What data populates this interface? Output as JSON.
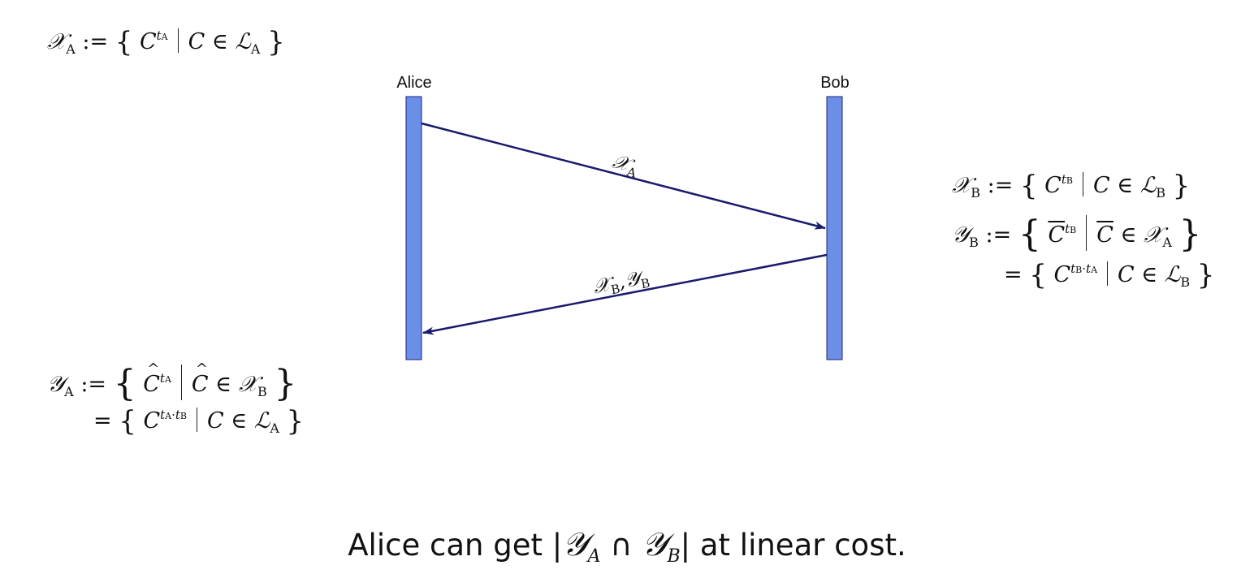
{
  "participants": {
    "alice": "Alice",
    "bob": "Bob"
  },
  "messages": {
    "a_to_b": {
      "sym": "𝒳",
      "sub": "A"
    },
    "b_to_a": {
      "sym1": "𝒳",
      "sub1": "B",
      "sep": ",",
      "sym2": "𝒴",
      "sub2": "B"
    }
  },
  "eq_xa": {
    "lhs_sym": "𝒳",
    "lhs_sub": "A",
    "assign": ":=",
    "lbrace": "{",
    "c": "C",
    "exp": "t",
    "exp_sub": "A",
    "in": "∈",
    "set": "ℒ",
    "set_sub": "A",
    "rbrace": "}"
  },
  "eq_xb": {
    "lhs_sym": "𝒳",
    "lhs_sub": "B",
    "assign": ":=",
    "lbrace": "{",
    "c": "C",
    "exp": "t",
    "exp_sub": "B",
    "in": "∈",
    "set": "ℒ",
    "set_sub": "B",
    "rbrace": "}"
  },
  "eq_yb": {
    "lhs_sym": "𝒴",
    "lhs_sub": "B",
    "assign": ":=",
    "lbrace": "{",
    "c": "C",
    "exp": "t",
    "exp_sub": "B",
    "in": "∈",
    "set": "𝒳",
    "set_sub": "A",
    "rbrace": "}",
    "line2_eq": "=",
    "line2_c": "C",
    "line2_exp": "t",
    "line2_exp_sub1": "B",
    "line2_dot": "·",
    "line2_exp2": "t",
    "line2_exp_sub2": "A",
    "line2_set": "ℒ",
    "line2_set_sub": "B"
  },
  "eq_ya": {
    "lhs_sym": "𝒴",
    "lhs_sub": "A",
    "assign": ":=",
    "lbrace": "{",
    "c": "C",
    "exp": "t",
    "exp_sub": "A",
    "in": "∈",
    "set": "𝒳",
    "set_sub": "B",
    "rbrace": "}",
    "line2_eq": "=",
    "line2_c": "C",
    "line2_exp": "t",
    "line2_exp_sub1": "A",
    "line2_dot": "·",
    "line2_exp2": "t",
    "line2_exp_sub2": "B",
    "line2_set": "ℒ",
    "line2_set_sub": "A"
  },
  "conclusion": {
    "prefix": "Alice can get ",
    "abs": "|",
    "sym1": "𝒴",
    "sub1": "A",
    "cap": " ∩ ",
    "sym2": "𝒴",
    "sub2": "B",
    "suffix": " at linear cost."
  },
  "colors": {
    "lifeline_fill": "#6b8fe6",
    "lifeline_stroke": "#1a237e",
    "arrow": "#1a1a6e"
  }
}
